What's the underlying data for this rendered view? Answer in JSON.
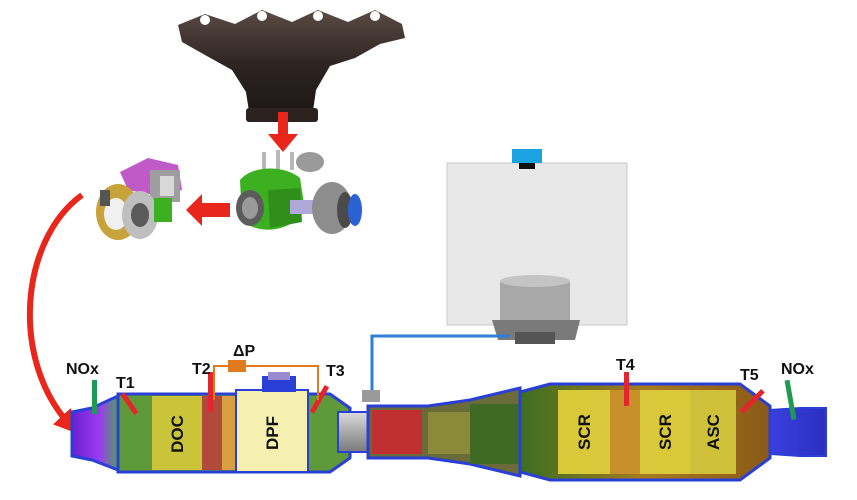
{
  "labels": {
    "nox_in": "NOx",
    "t1": "T1",
    "t2": "T2",
    "delta_p": "ΔP",
    "t3": "T3",
    "t4": "T4",
    "t5": "T5",
    "nox_out": "NOx"
  },
  "components": {
    "doc": "DOC",
    "dpf": "DPF",
    "scr1": "SCR",
    "scr2": "SCR",
    "asc": "ASC"
  },
  "colors": {
    "pipe_outline": "#2a3fd6",
    "flow_arrow": "#e8261b",
    "inlet_purple": "#8a2be2",
    "doc_fill": "#c9c43a",
    "dpf_fill": "#f6f0b0",
    "scr_fill": "#d8c83a",
    "sensor_red": "#e3262d",
    "sensor_green": "#1f9a55",
    "dp_orange": "#e07a1f",
    "tank_gray": "#e8e8e8",
    "tank_cap": "#1aa3e0",
    "dosing_line": "#2f7fd6"
  }
}
